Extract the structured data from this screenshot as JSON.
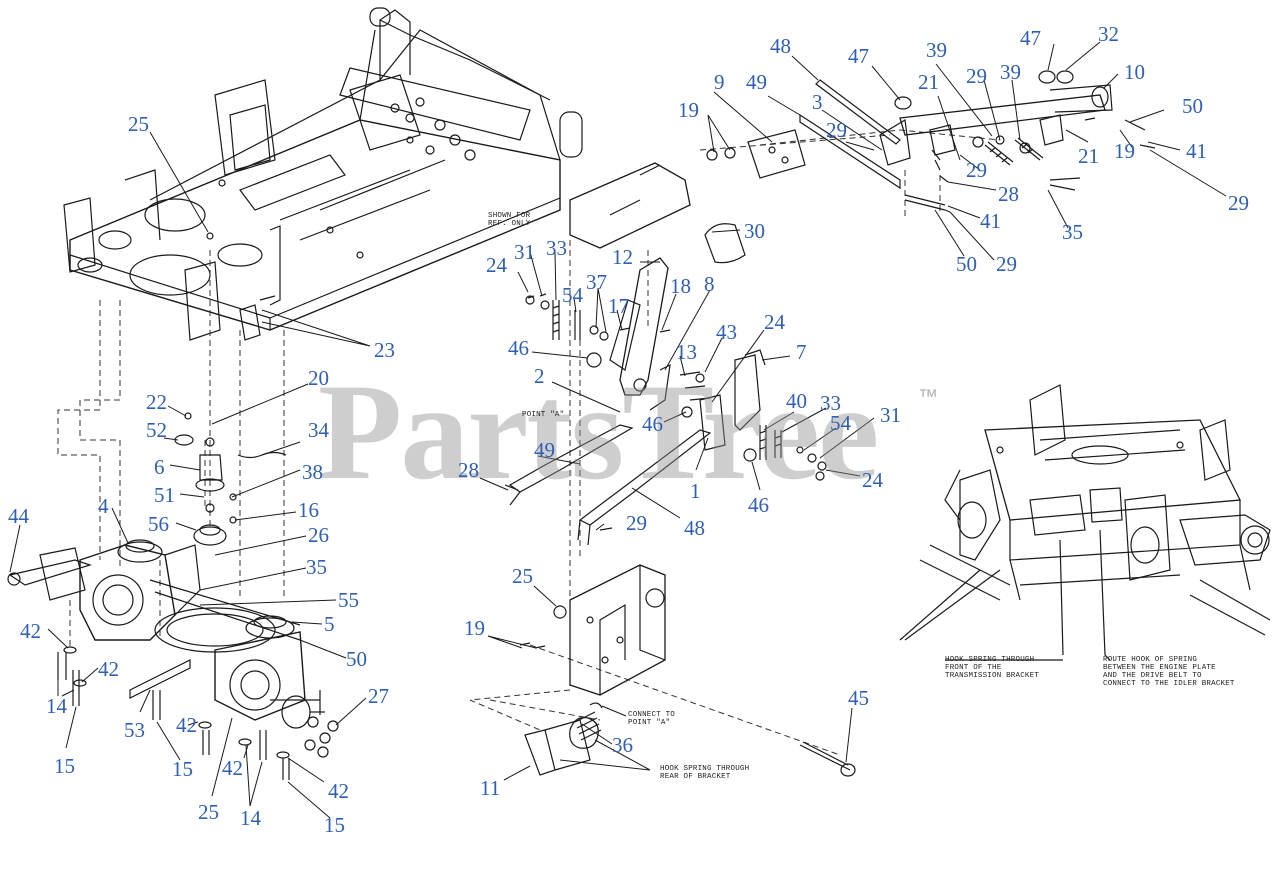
{
  "watermark": {
    "text": "PartsTree",
    "trademark": "™"
  },
  "colors": {
    "callout": "#2f5fb3",
    "line": "#1a1a1a",
    "dash": "#333333",
    "watermark": "#8d8d8d"
  },
  "callouts": [
    {
      "id": "c25a",
      "text": "25"
    },
    {
      "id": "c23",
      "text": "23"
    },
    {
      "id": "c20",
      "text": "20"
    },
    {
      "id": "c22",
      "text": "22"
    },
    {
      "id": "c52",
      "text": "52"
    },
    {
      "id": "c34",
      "text": "34"
    },
    {
      "id": "c6",
      "text": "6"
    },
    {
      "id": "c38",
      "text": "38"
    },
    {
      "id": "c51",
      "text": "51"
    },
    {
      "id": "c16",
      "text": "16"
    },
    {
      "id": "c56",
      "text": "56"
    },
    {
      "id": "c26",
      "text": "26"
    },
    {
      "id": "c4",
      "text": "4"
    },
    {
      "id": "c44",
      "text": "44"
    },
    {
      "id": "c35a",
      "text": "35"
    },
    {
      "id": "c55",
      "text": "55"
    },
    {
      "id": "c5",
      "text": "5"
    },
    {
      "id": "c50a",
      "text": "50"
    },
    {
      "id": "c42a",
      "text": "42"
    },
    {
      "id": "c42b",
      "text": "42"
    },
    {
      "id": "c14a",
      "text": "14"
    },
    {
      "id": "c15a",
      "text": "15"
    },
    {
      "id": "c53",
      "text": "53"
    },
    {
      "id": "c42c",
      "text": "42"
    },
    {
      "id": "c15b",
      "text": "15"
    },
    {
      "id": "c42d",
      "text": "42"
    },
    {
      "id": "c25b",
      "text": "25"
    },
    {
      "id": "c14b",
      "text": "14"
    },
    {
      "id": "c27",
      "text": "27"
    },
    {
      "id": "c42e",
      "text": "42"
    },
    {
      "id": "c15c",
      "text": "15"
    },
    {
      "id": "c30",
      "text": "30"
    },
    {
      "id": "c12",
      "text": "12"
    },
    {
      "id": "c24a",
      "text": "24"
    },
    {
      "id": "c31a",
      "text": "31"
    },
    {
      "id": "c33a",
      "text": "33"
    },
    {
      "id": "c54a",
      "text": "54"
    },
    {
      "id": "c37",
      "text": "37"
    },
    {
      "id": "c17",
      "text": "17"
    },
    {
      "id": "c18",
      "text": "18"
    },
    {
      "id": "c8",
      "text": "8"
    },
    {
      "id": "c46a",
      "text": "46"
    },
    {
      "id": "c13",
      "text": "13"
    },
    {
      "id": "c43",
      "text": "43"
    },
    {
      "id": "c24b",
      "text": "24"
    },
    {
      "id": "c7",
      "text": "7"
    },
    {
      "id": "c2",
      "text": "2"
    },
    {
      "id": "c46b",
      "text": "46"
    },
    {
      "id": "c40",
      "text": "40"
    },
    {
      "id": "c33b",
      "text": "33"
    },
    {
      "id": "c54b",
      "text": "54"
    },
    {
      "id": "c31b",
      "text": "31"
    },
    {
      "id": "c28a",
      "text": "28"
    },
    {
      "id": "c49a",
      "text": "49"
    },
    {
      "id": "c1",
      "text": "1"
    },
    {
      "id": "c24c",
      "text": "24"
    },
    {
      "id": "c46c",
      "text": "46"
    },
    {
      "id": "c48a",
      "text": "48"
    },
    {
      "id": "c29a",
      "text": "29"
    },
    {
      "id": "c25c",
      "text": "25"
    },
    {
      "id": "c19a",
      "text": "19"
    },
    {
      "id": "c36",
      "text": "36"
    },
    {
      "id": "c11",
      "text": "11"
    },
    {
      "id": "c45",
      "text": "45"
    },
    {
      "id": "c48b",
      "text": "48"
    },
    {
      "id": "c47a",
      "text": "47"
    },
    {
      "id": "c39a",
      "text": "39"
    },
    {
      "id": "c47b",
      "text": "47"
    },
    {
      "id": "c32",
      "text": "32"
    },
    {
      "id": "c9",
      "text": "9"
    },
    {
      "id": "c49b",
      "text": "49"
    },
    {
      "id": "c3",
      "text": "3"
    },
    {
      "id": "c21a",
      "text": "21"
    },
    {
      "id": "c29b",
      "text": "29"
    },
    {
      "id": "c39b",
      "text": "39"
    },
    {
      "id": "c10",
      "text": "10"
    },
    {
      "id": "c19b",
      "text": "19"
    },
    {
      "id": "c29c",
      "text": "29"
    },
    {
      "id": "c50b",
      "text": "50"
    },
    {
      "id": "c21b",
      "text": "21"
    },
    {
      "id": "c19c",
      "text": "19"
    },
    {
      "id": "c41a",
      "text": "41"
    },
    {
      "id": "c29d",
      "text": "29"
    },
    {
      "id": "c28b",
      "text": "28"
    },
    {
      "id": "c29e",
      "text": "29"
    },
    {
      "id": "c41b",
      "text": "41"
    },
    {
      "id": "c35b",
      "text": "35"
    },
    {
      "id": "c50c",
      "text": "50"
    },
    {
      "id": "c29f",
      "text": "29"
    }
  ],
  "notes": {
    "shown_for_ref": "SHOWN FOR\nREF. ONLY",
    "point_a": "POINT \"A\"",
    "connect_point_a": "CONNECT TO\nPOINT \"A\"",
    "hook_rear": "HOOK SPRING THROUGH\nREAR OF BRACKET",
    "hook_front": "HOOK SPRING THROUGH\nFRONT OF THE\nTRANSMISSION BRACKET",
    "route_hook": "ROUTE HOOK OF SPRING\nBETWEEN THE ENGINE PLATE\nAND THE DRIVE BELT TO\nCONNECT TO THE IDLER BRACKET"
  }
}
